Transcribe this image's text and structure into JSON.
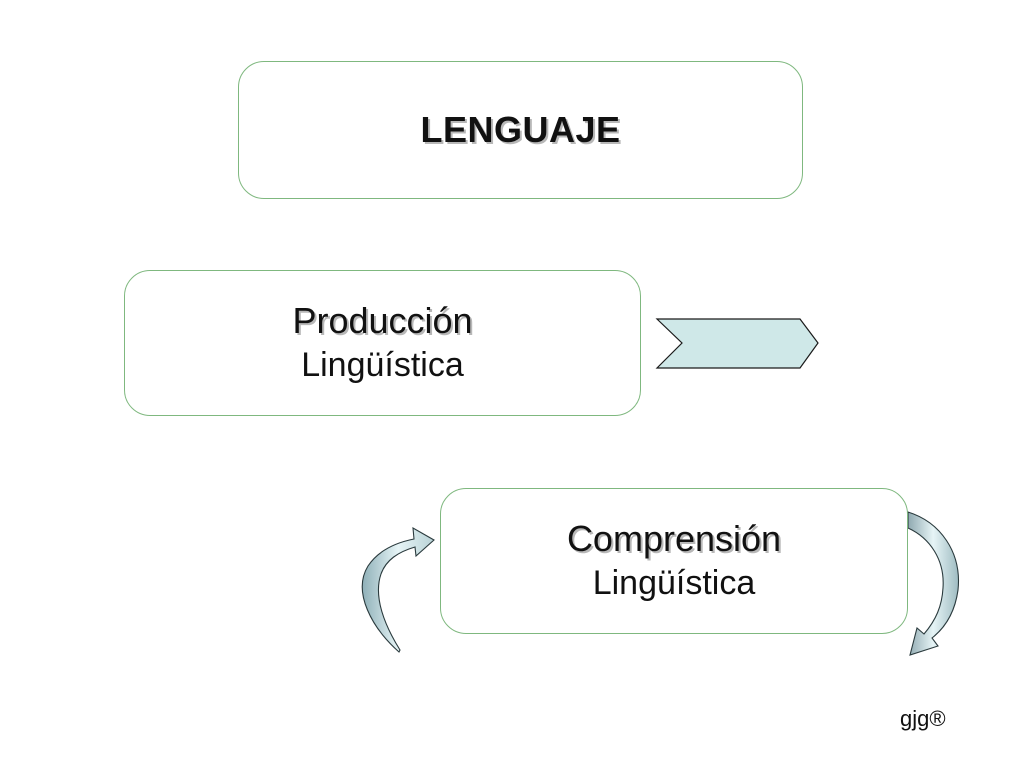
{
  "diagram": {
    "root": {
      "label": "LENGUAJE"
    },
    "produccion": {
      "line1": "Producción",
      "line2": "Lingüística"
    },
    "comprension": {
      "line1": "Comprensión",
      "line2": "Lingüística"
    }
  },
  "footer": {
    "credit": "gjg®"
  },
  "colors": {
    "box_border": "#7fb87f",
    "arrow_fill": "#cfe8e8",
    "curved_arrow_fill": "#b9d2d6",
    "shadow": "#b8b8b8"
  }
}
